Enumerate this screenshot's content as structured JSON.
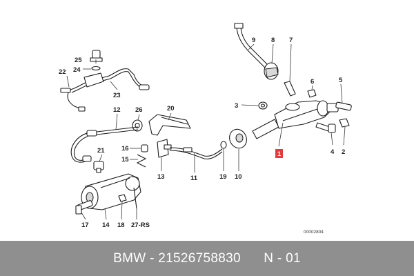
{
  "callouts": {
    "c1": "1",
    "c2": "2",
    "c3": "3",
    "c4": "4",
    "c5": "5",
    "c6": "6",
    "c7": "7",
    "c8": "8",
    "c9": "9",
    "c10": "10",
    "c11": "11",
    "c12": "12",
    "c13": "13",
    "c14": "14",
    "c15": "15",
    "c16": "16",
    "c17": "17",
    "c18": "18",
    "c19": "19",
    "c20": "20",
    "c21": "21",
    "c22": "22",
    "c23": "23",
    "c24": "24",
    "c25": "25",
    "c26": "26",
    "c27": "27-RS"
  },
  "highlight_color": "#e8383d",
  "drawing_code": "00002804",
  "footer": {
    "text": "BMW - 21526758830      N - 01",
    "background": "#8f8f8f"
  }
}
